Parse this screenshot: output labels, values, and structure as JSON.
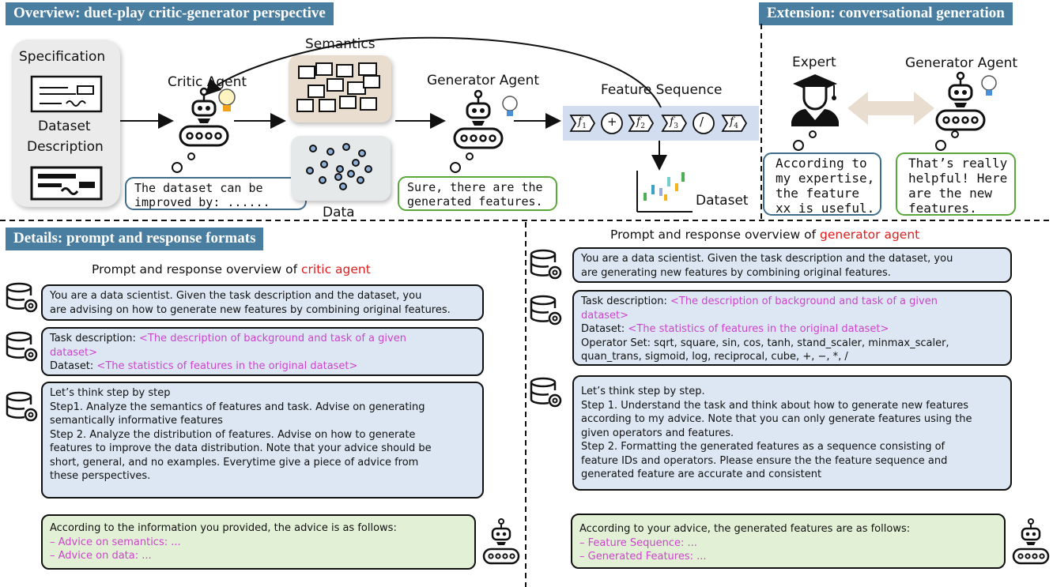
{
  "overview": {
    "banner": "Overview: duet-play critic-generator perspective",
    "specification": "Specification",
    "dataset_description_1": "Dataset",
    "dataset_description_2": "Description",
    "critic_agent": "Critic Agent",
    "semantics": "Semantics",
    "data": "Data",
    "generator_agent": "Generator Agent",
    "feature_sequence": "Feature Sequence",
    "dataset": "Dataset",
    "critic_bubble": [
      "The dataset can be",
      "improved by: ......"
    ],
    "generator_bubble": [
      "Sure, there are the",
      "generated features."
    ],
    "sequence_tokens": [
      "f1",
      "+",
      "f2",
      "f3",
      "/",
      "f4"
    ]
  },
  "extension": {
    "banner": "Extension: conversational generation",
    "expert": "Expert",
    "generator_agent": "Generator Agent",
    "expert_bubble": [
      "According to",
      "my expertise,",
      "the feature",
      "xx is useful."
    ],
    "agent_bubble": [
      "That’s really",
      "helpful! Here",
      "are the new",
      "features."
    ]
  },
  "details": {
    "banner": "Details: prompt and response formats",
    "critic_title_prefix": "Prompt and response overview of ",
    "critic_title_highlight": "critic agent",
    "generator_title_prefix": "Prompt and response overview of ",
    "generator_title_highlight": "generator agent",
    "critic_system": [
      "You are a data scientist. Given the task description and the dataset, you",
      "are advising on how to generate new features by combining original features."
    ],
    "critic_task_label": "Task description: ",
    "critic_task_value_1": "<The description of background and task of a given",
    "critic_task_value_2": "dataset>",
    "critic_dataset_label": "Dataset: ",
    "critic_dataset_value": "<The statistics of features in the original dataset>",
    "critic_steps": [
      "Let’s think step by step",
      "Step1. Analyze the semantics of features and task. Advise on generating",
      "semantically informative features",
      "Step 2. Analyze the distribution of features. Advise on how to generate",
      "features to improve the data distribution. Note that your advice should be",
      "short, general, and no examples. Everytime give a piece of advice from",
      "these perspectives."
    ],
    "critic_response_intro": "According to the information you provided, the advice is as follows:",
    "critic_response_items": [
      "–  Advice on semantics: ...",
      "–  Advice on data: ..."
    ],
    "gen_system": [
      "You are a data scientist. Given the task description and the dataset, you",
      "are generating new features by combining original features."
    ],
    "gen_task_label": "Task description: ",
    "gen_task_value_1": "<The description of background and task of a given",
    "gen_task_value_2": "dataset>",
    "gen_dataset_label": "Dataset: ",
    "gen_dataset_value": "<The statistics of features in the original dataset>",
    "gen_operator_lines": [
      "Operator Set: sqrt, square, sin, cos, tanh, stand_scaler, minmax_scaler,",
      "quan_trans, sigmoid, log, reciprocal, cube, +, −, *, /"
    ],
    "gen_steps": [
      "Let’s think step by step.",
      "Step 1. Understand the task and think about how to generate new features",
      "according to my advice. Note that you can only generate features using the",
      "given operators and features.",
      "Step 2. Formatting the generated features as a sequence consisting of",
      "feature IDs and operators. Please ensure the the feature sequence and",
      "generated feature are accurate and consistent"
    ],
    "gen_response_intro": "According to your advice, the generated features are as follows:",
    "gen_response_items": [
      "– Feature Sequence: ...",
      "– Generated Features: ..."
    ]
  },
  "colors": {
    "banner": "#4a7ea0",
    "prompt_blue": "#dce7f3",
    "response_green": "#e2f0d6",
    "highlight_pink": "#cc44cc",
    "highlight_red": "#e01b1b"
  }
}
